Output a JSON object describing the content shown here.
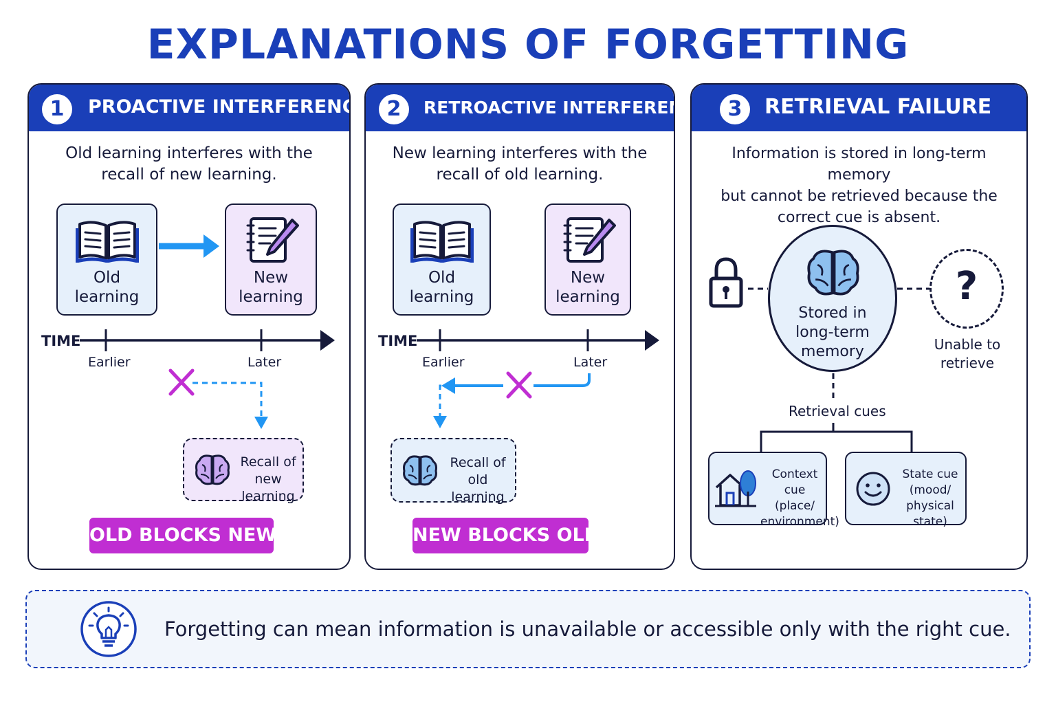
{
  "title": "EXPLANATIONS OF FORGETTING",
  "panels": [
    {
      "number": "1",
      "heading": "PROACTIVE INTERFERENCE",
      "description": [
        "Old learning interferes with the",
        "recall of new learning."
      ],
      "old_card": [
        "Old",
        "learning"
      ],
      "new_card": [
        "New",
        "learning"
      ],
      "timeline": {
        "axis": "TIME",
        "earlier": "Earlier",
        "later": "Later"
      },
      "recall": [
        "Recall of",
        "new learning"
      ],
      "tag": "OLD BLOCKS NEW"
    },
    {
      "number": "2",
      "heading": "RETROACTIVE INTERFERENCE",
      "description": [
        "New learning interferes with the",
        "recall of old learning."
      ],
      "old_card": [
        "Old",
        "learning"
      ],
      "new_card": [
        "New",
        "learning"
      ],
      "timeline": {
        "axis": "TIME",
        "earlier": "Earlier",
        "later": "Later"
      },
      "recall": [
        "Recall of",
        "old learning"
      ],
      "tag": "NEW BLOCKS OLD"
    },
    {
      "number": "3",
      "heading": "RETRIEVAL FAILURE",
      "description": [
        "Information is stored in long-term memory",
        "but cannot be retrieved because the",
        "correct cue is absent."
      ],
      "stored": [
        "Stored in",
        "long-term",
        "memory"
      ],
      "unable": [
        "Unable to",
        "retrieve"
      ],
      "cues_label": "Retrieval cues",
      "context_cue": [
        "Context cue",
        "(place/",
        "environment)"
      ],
      "state_cue": [
        "State cue",
        "(mood/",
        "physical state)"
      ]
    }
  ],
  "footer": "Forgetting can mean information is unavailable or accessible only with the right cue.",
  "colors": {
    "primary": "#1a3fb8",
    "accent": "#c02ed2",
    "arrow": "#2196f3",
    "card_blue": "#e6f0fb",
    "card_purple": "#f1e6fb"
  },
  "icons": [
    "open-book-icon",
    "notebook-pencil-icon",
    "brain-icon",
    "lock-icon",
    "question-icon",
    "house-tree-icon",
    "smiley-icon",
    "lightbulb-icon",
    "x-mark-icon"
  ]
}
